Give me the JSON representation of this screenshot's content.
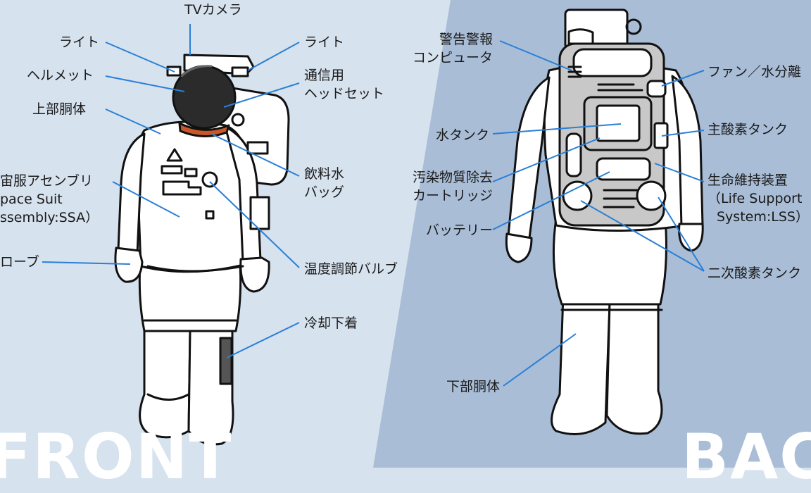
{
  "front": {
    "heading": "FRONT",
    "labels": {
      "tv_camera": "TVカメラ",
      "light_left": "ライト",
      "light_right": "ライト",
      "helmet": "ヘルメット",
      "upper_torso": "上部胴体",
      "comm_headset_1": "通信用",
      "comm_headset_2": "ヘッドセット",
      "drink_bag_1": "飲料水",
      "drink_bag_2": "バッグ",
      "ssa_1": "宙服アセンブリ",
      "ssa_2": "pace Suit",
      "ssa_3": "ssembly:SSA）",
      "glove": "ローブ",
      "temp_valve": "温度調節バルブ",
      "cooling_garment": "冷却下着"
    }
  },
  "back": {
    "heading": "BAC",
    "labels": {
      "warning_1": "警告警報",
      "warning_2": "コンピュータ",
      "fan": "ファン／水分離",
      "water_tank": "水タンク",
      "o2_tank": "主酸素タンク",
      "contam_1": "汚染物質除去",
      "contam_2": "カートリッジ",
      "lss_1": "生命維持装置",
      "lss_2": "（Life Support",
      "lss_3": "System:LSS）",
      "battery": "バッテリー",
      "secondary_o2": "二次酸素タンク",
      "lower_torso": "下部胴体"
    }
  },
  "colors": {
    "front_bg": "#d6e2ee",
    "back_bg": "#a9bdd6",
    "leader": "#2a7fd6",
    "outline": "#111111"
  }
}
